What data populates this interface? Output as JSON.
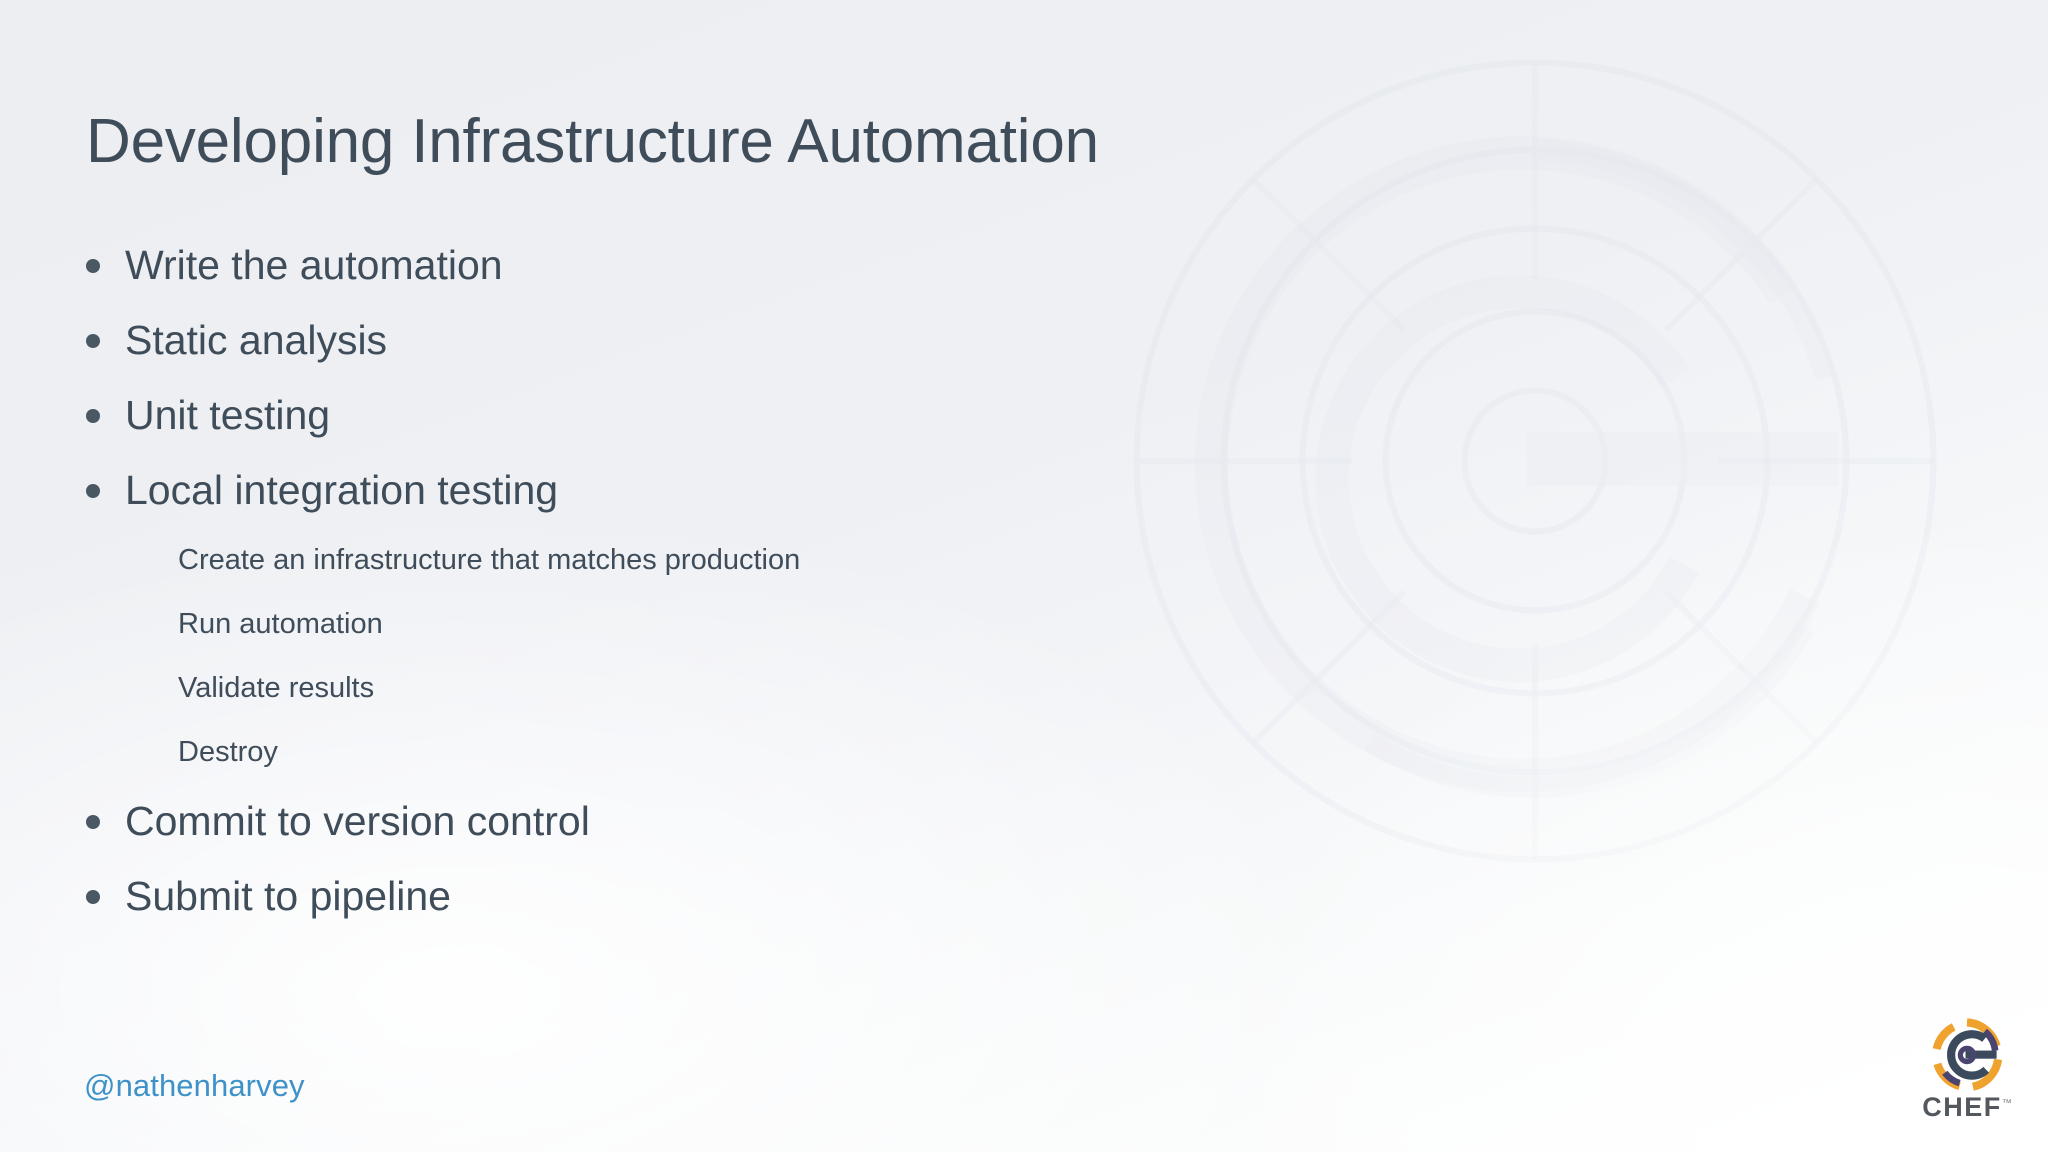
{
  "slide": {
    "title": "Developing Infrastructure Automation",
    "items": [
      {
        "level": 1,
        "text": "Write the automation"
      },
      {
        "level": 1,
        "text": "Static analysis"
      },
      {
        "level": 1,
        "text": "Unit testing"
      },
      {
        "level": 1,
        "text": "Local integration testing"
      },
      {
        "level": 2,
        "text": "Create an infrastructure that matches production"
      },
      {
        "level": 2,
        "text": "Run automation"
      },
      {
        "level": 2,
        "text": "Validate results"
      },
      {
        "level": 2,
        "text": "Destroy"
      },
      {
        "level": 1,
        "text": "Commit to version control"
      },
      {
        "level": 1,
        "text": "Submit to pipeline"
      }
    ],
    "handle": "@nathenharvey",
    "logo": {
      "wordmark": "CHEF",
      "trademark": "™",
      "mark_icon": "chef-circle-logo-icon"
    },
    "colors": {
      "title_text": "#3f4c59",
      "body_text": "#3f4c59",
      "bullet_dot": "#4a5864",
      "handle_link": "#3e92c8",
      "logo_orange": "#f0a22e",
      "logo_navy": "#3b4a5c",
      "logo_purple": "#4a4470",
      "background_top": "#edeef2",
      "background_bottom": "#ffffff"
    }
  }
}
